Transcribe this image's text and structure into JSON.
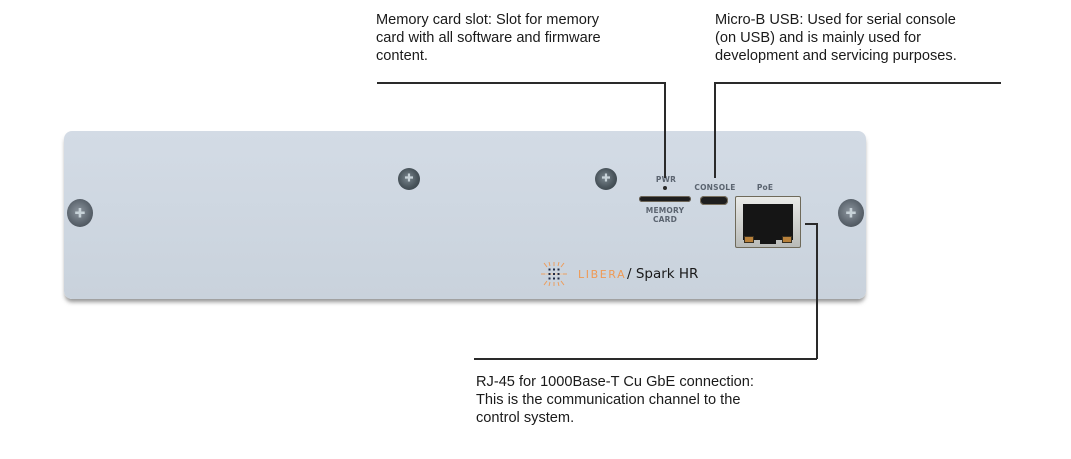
{
  "callouts": {
    "memory_card": "Memory card slot: Slot for memory\ncard with all software and firmware\ncontent.",
    "micro_usb": "Micro-B USB: Used for serial console\n(on USB) and is mainly used for\ndevelopment and servicing purposes.",
    "rj45": "RJ-45 for 1000Base-T Cu GbE connection:\nThis is the communication channel to the\ncontrol system."
  },
  "panel_labels": {
    "pwr": "PWR",
    "memory_card": "MEMORY\nCARD",
    "console": "CONSOLE",
    "poe": "PoE"
  },
  "branding": {
    "brand": "LIBERA",
    "separator_product": "/ Spark HR",
    "brand_color": "#ef9a55",
    "logo_icon": "libera-logo-icon"
  },
  "colors": {
    "panel": "#cfd8e2",
    "leader_lines": "#2a2a2a"
  }
}
